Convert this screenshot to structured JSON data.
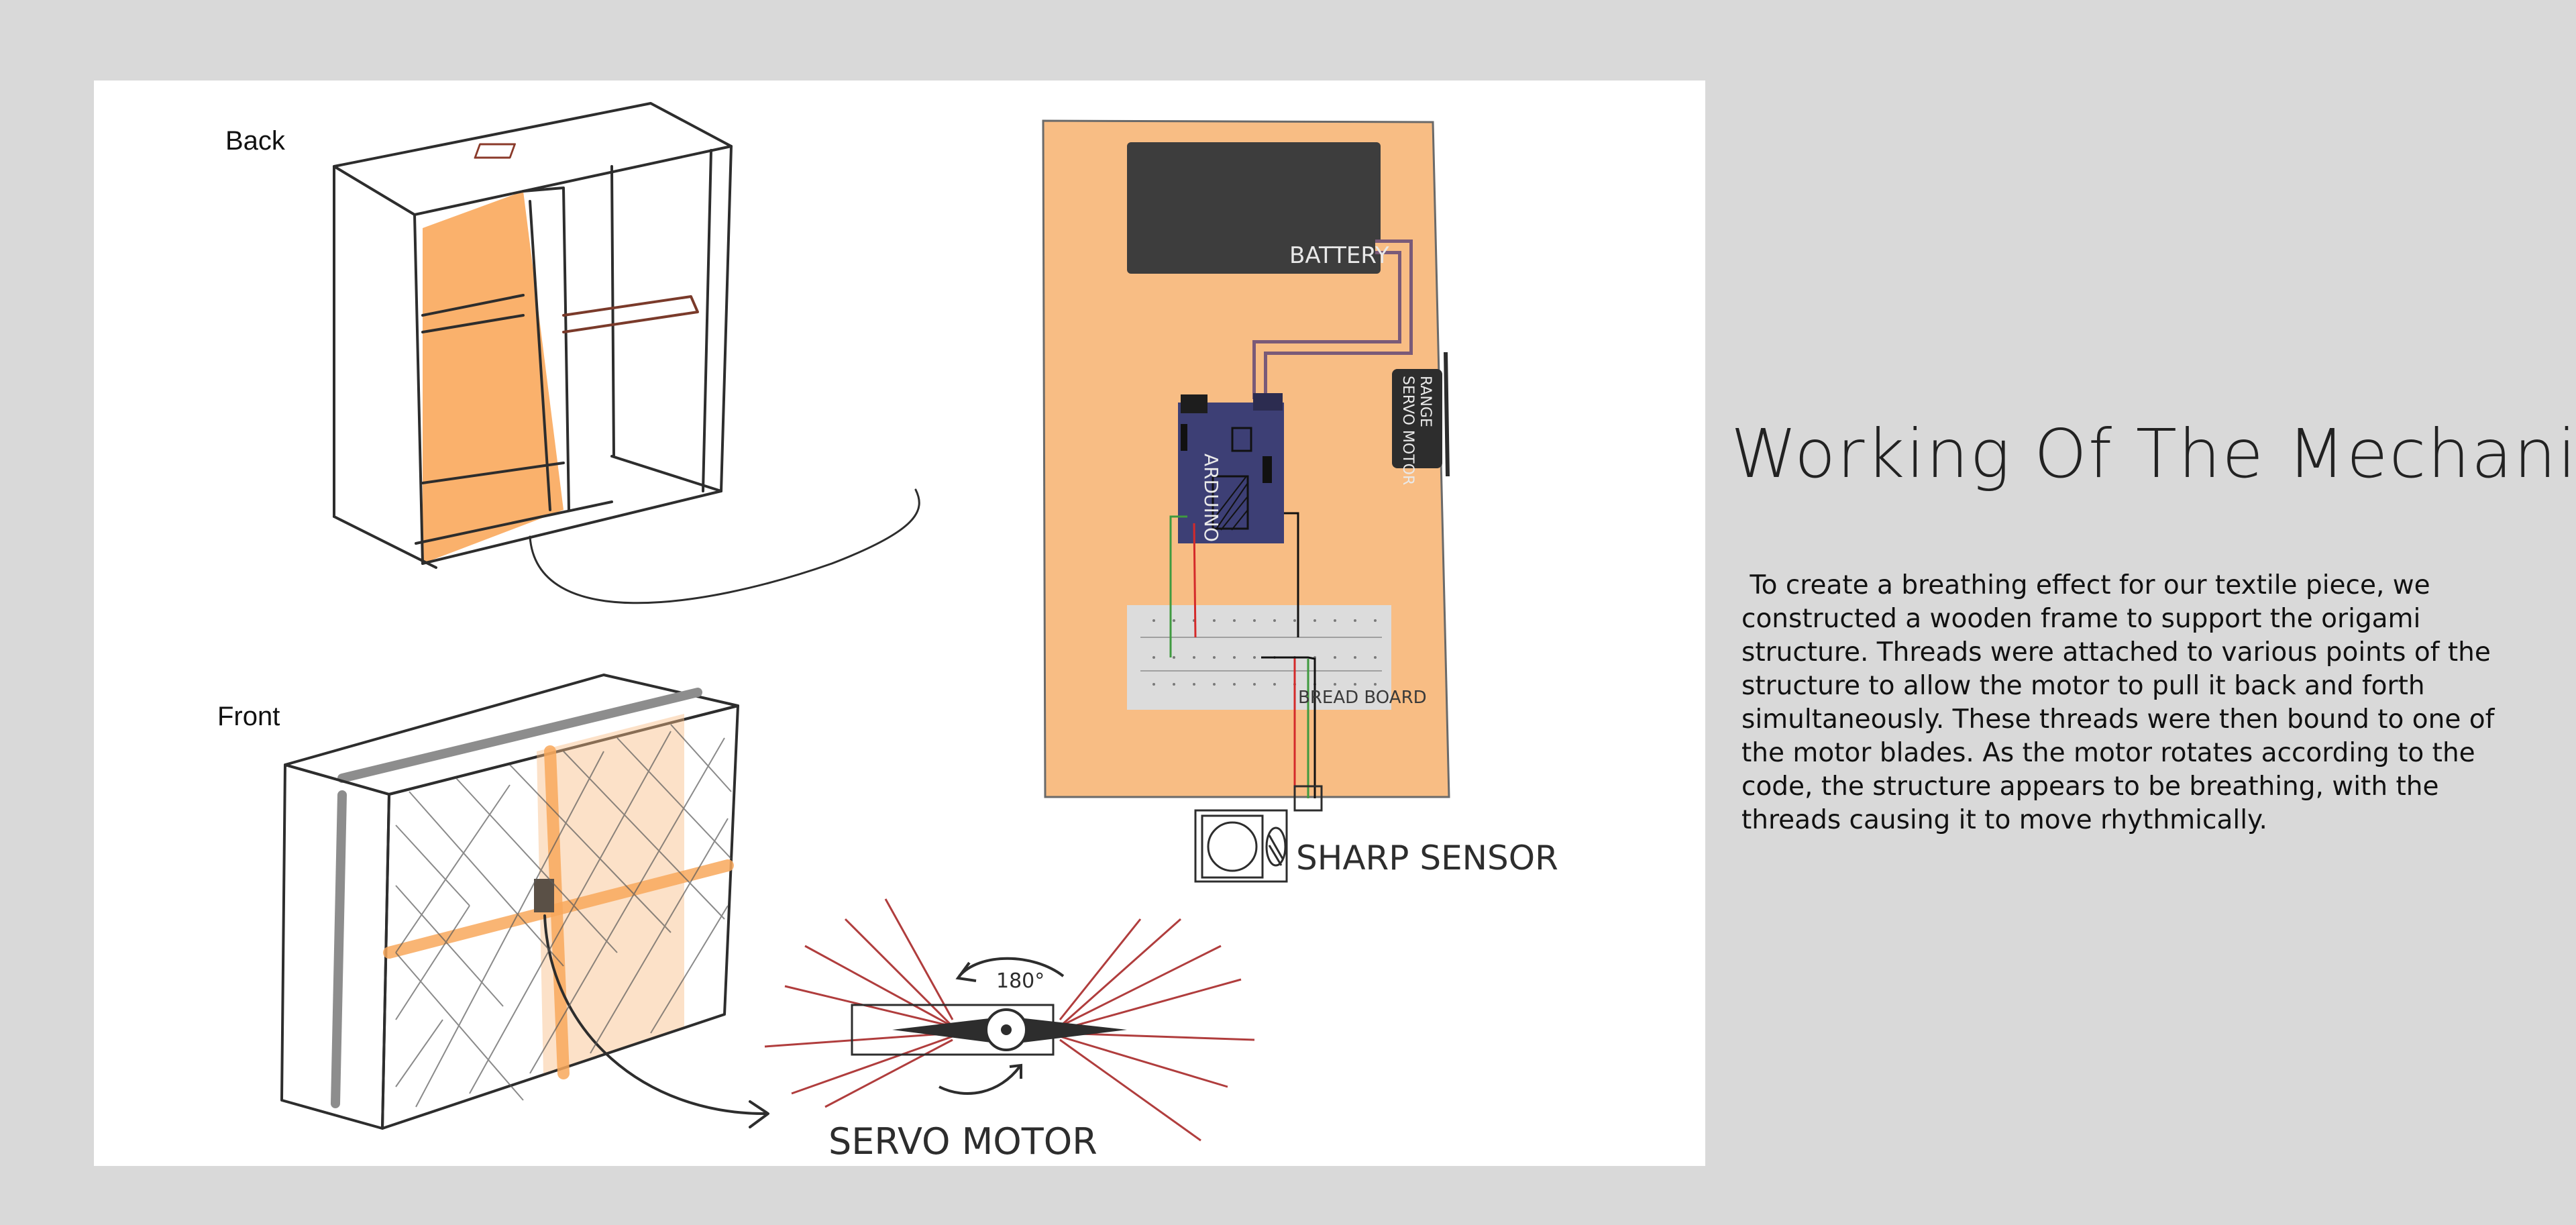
{
  "labels": {
    "back": "Back",
    "front": "Front",
    "battery": "BATTERY",
    "arduino": "ARDUINO",
    "range_servo_motor_line1": "RANGE",
    "range_servo_motor_line2": "SERVO MOTOR",
    "bread_board": "BREAD BOARD",
    "sharp_sensor": "SHARP SENSOR",
    "servo_motor": "SERVO MOTOR",
    "rotation": "180°"
  },
  "heading": "Working Of The Mechanism",
  "description": " To create a breathing effect for our textile piece, we\nconstructed a wooden frame to support the origami\nstructure. Threads were attached to various points of the\nstructure to allow the motor to pull it back and forth\nsimultaneously. These threads were then bound to one of\nthe motor blades. As the motor rotates according to the\ncode, the structure appears to be breathing, with the\nthreads causing it to move rhythmically.",
  "colors": {
    "background": "#d9d9d9",
    "panel": "#ffffff",
    "orange": "#f8bd84",
    "orange_strong": "#f9a85c",
    "battery": "#3d3d3d",
    "arduino": "#3d3f75",
    "wire_red": "#d42a2a",
    "wire_green": "#3f9a3f",
    "thread_red": "#a31c1c"
  }
}
